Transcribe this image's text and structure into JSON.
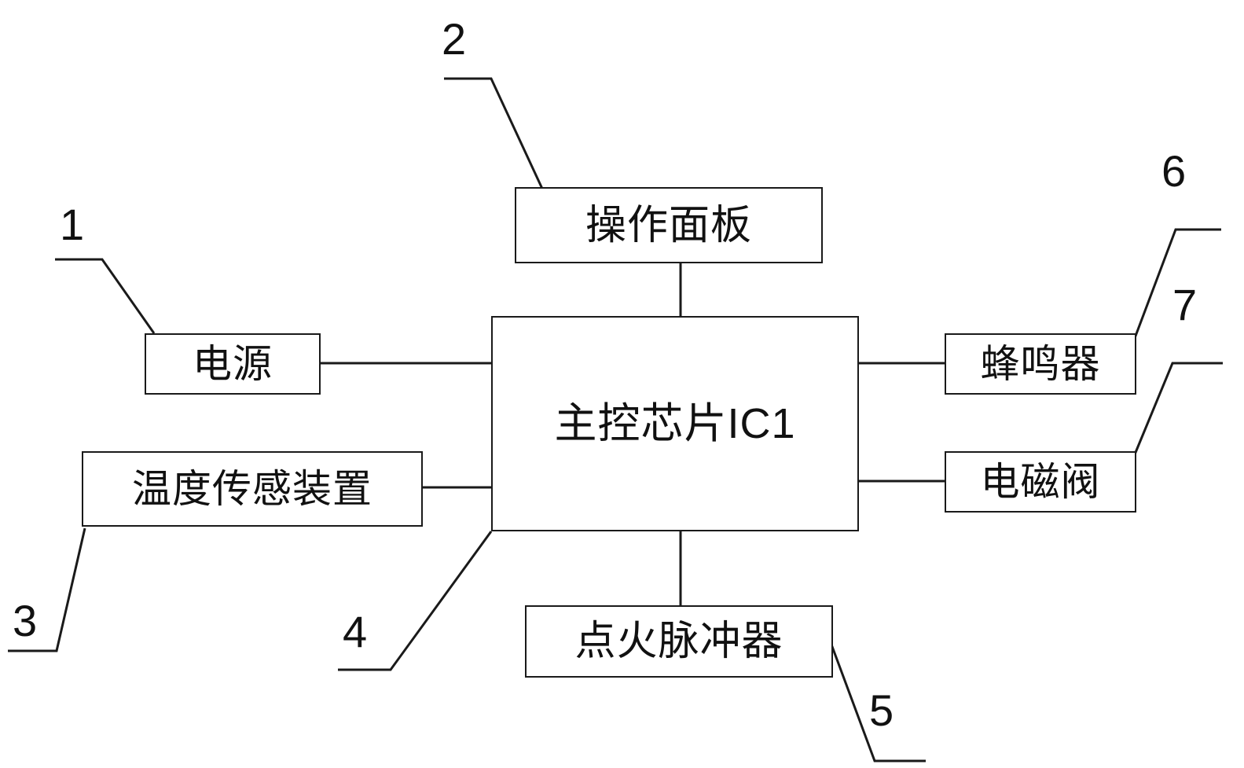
{
  "diagram": {
    "type": "block-diagram",
    "title": "",
    "blocks": [
      {
        "id": "power",
        "label": "电源",
        "ref": "1"
      },
      {
        "id": "control-panel",
        "label": "操作面板",
        "ref": "2"
      },
      {
        "id": "temperature-sensor",
        "label": "温度传感装置",
        "ref": "3"
      },
      {
        "id": "main-chip",
        "label": "主控芯片IC1",
        "ref": "4"
      },
      {
        "id": "ignition-pulser",
        "label": "点火脉冲器",
        "ref": "5"
      },
      {
        "id": "buzzer",
        "label": "蜂鸣器",
        "ref": "6"
      },
      {
        "id": "solenoid-valve",
        "label": "电磁阀",
        "ref": "7"
      }
    ],
    "reference_numbers": [
      "1",
      "2",
      "3",
      "4",
      "5",
      "6",
      "7"
    ],
    "connections": [
      {
        "from": "control-panel",
        "to": "main-chip"
      },
      {
        "from": "power",
        "to": "main-chip"
      },
      {
        "from": "temperature-sensor",
        "to": "main-chip"
      },
      {
        "from": "main-chip",
        "to": "buzzer"
      },
      {
        "from": "main-chip",
        "to": "solenoid-valve"
      },
      {
        "from": "main-chip",
        "to": "ignition-pulser"
      }
    ],
    "colors": {
      "stroke": "#1a1a1a",
      "background": "#ffffff",
      "text": "#111111"
    }
  }
}
